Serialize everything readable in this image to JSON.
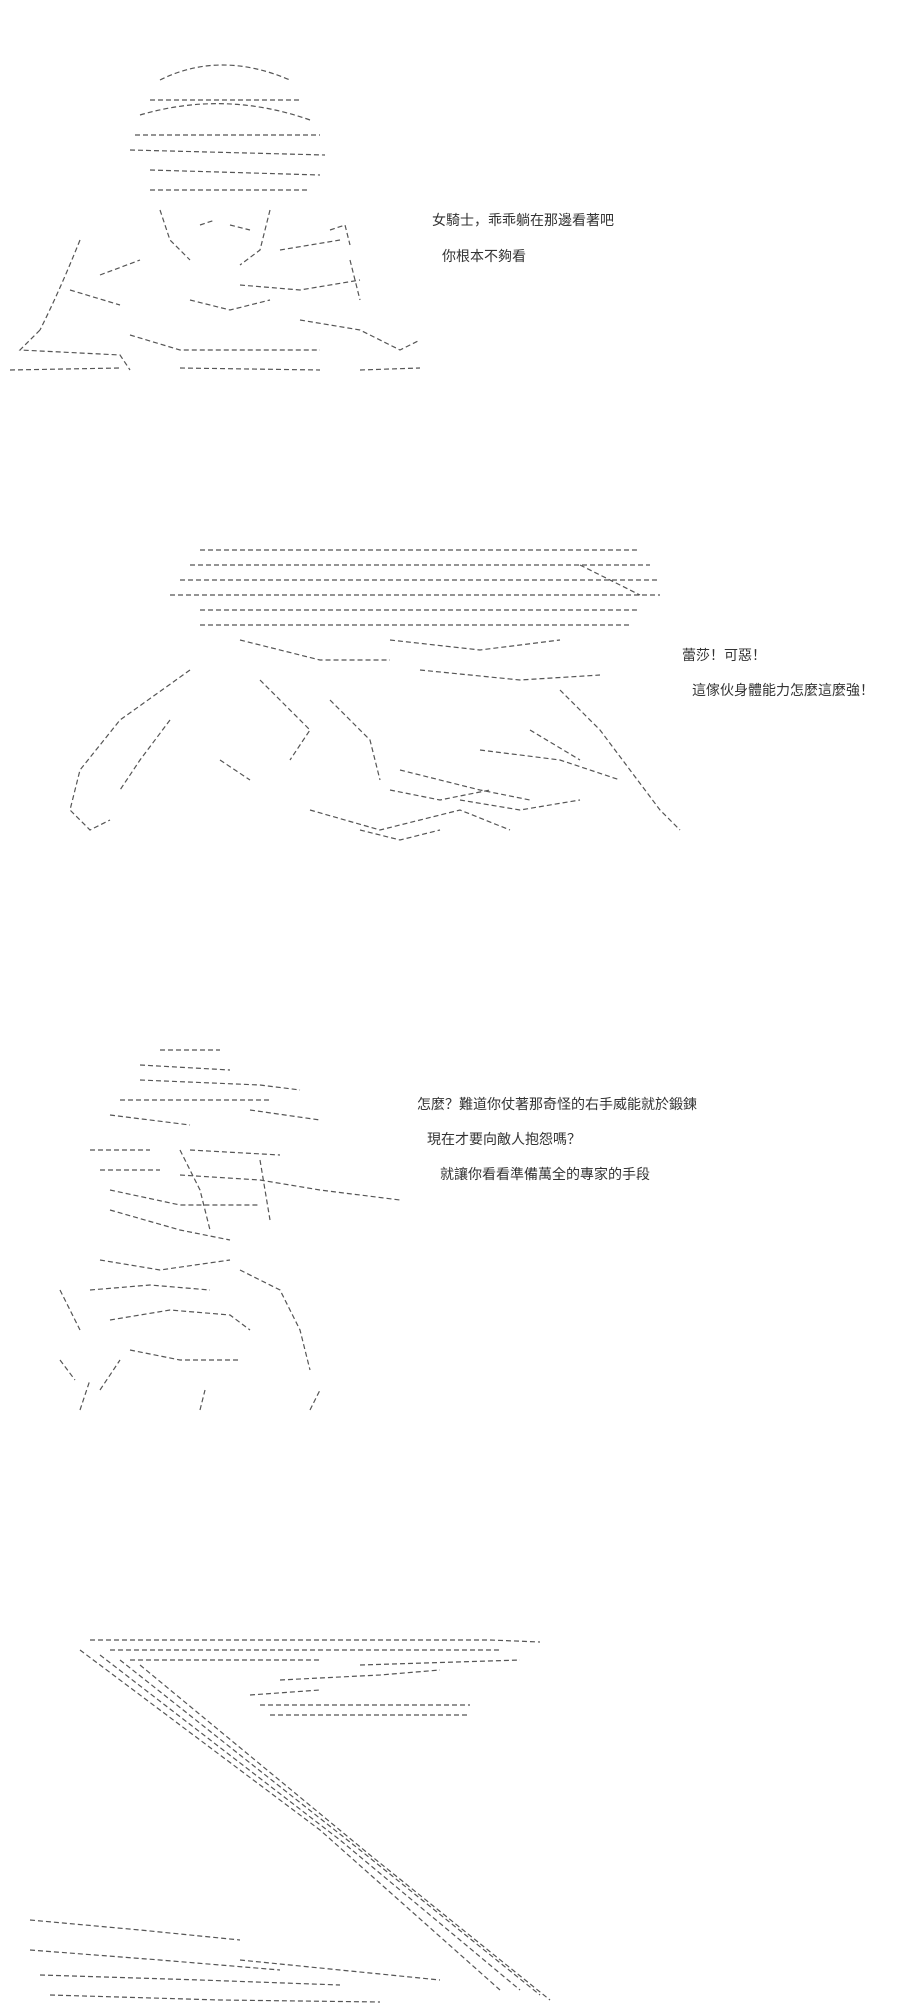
{
  "panels": [
    {
      "id": "panel-1",
      "art": "resting-figure-ascii-art",
      "dialogue": [
        "女騎士，乖乖躺在那邊看著吧",
        "你根本不夠看"
      ]
    },
    {
      "id": "panel-2",
      "art": "charging-figure-ascii-art",
      "dialogue": [
        "蕾莎！可惡！",
        "這傢伙身體能力怎麼這麼強！"
      ]
    },
    {
      "id": "panel-3",
      "art": "armored-figure-ascii-art",
      "dialogue": [
        "怎麼？難道你仗著那奇怪的右手威能就於鍛鍊",
        "現在才要向敵人抱怨嗎？",
        "就讓你看看準備萬全的專家的手段"
      ]
    },
    {
      "id": "panel-4",
      "art": "speed-lines-ascii-art",
      "dialogue": []
    }
  ],
  "colors": {
    "background": "#ffffff",
    "ink": "#555555",
    "text": "#333333"
  }
}
